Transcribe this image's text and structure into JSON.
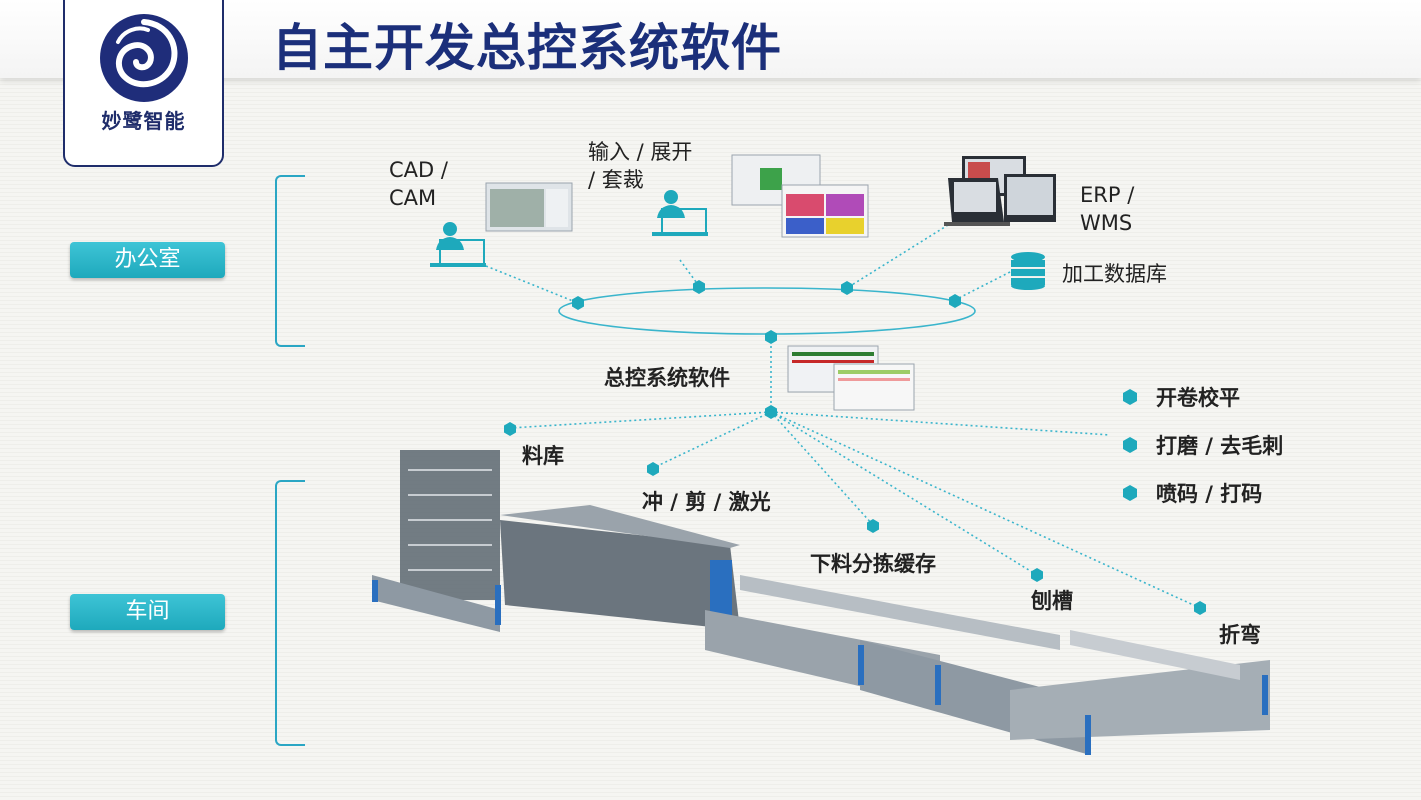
{
  "title": "自主开发总控系统软件",
  "logo": {
    "text": "妙鹭智能"
  },
  "sections": {
    "office": "办公室",
    "workshop": "车间"
  },
  "office_nodes": {
    "cad": "CAD /\nCAM",
    "input": "输入 / 展开\n/ 套裁",
    "erp": "ERP /\nWMS",
    "db": "加工数据库"
  },
  "control_label": "总控系统软件",
  "workshop_nodes": {
    "storage": "料库",
    "punch": "冲 / 剪 / 激光",
    "sort": "下料分拣缓存",
    "groove": "刨槽",
    "bend": "折弯"
  },
  "bullets": [
    "开卷校平",
    "打磨 / 去毛刺",
    "喷码 / 打码"
  ],
  "colors": {
    "accent": "#2aaec4",
    "title": "#1b2f7a",
    "line": "#3ab5cc"
  }
}
